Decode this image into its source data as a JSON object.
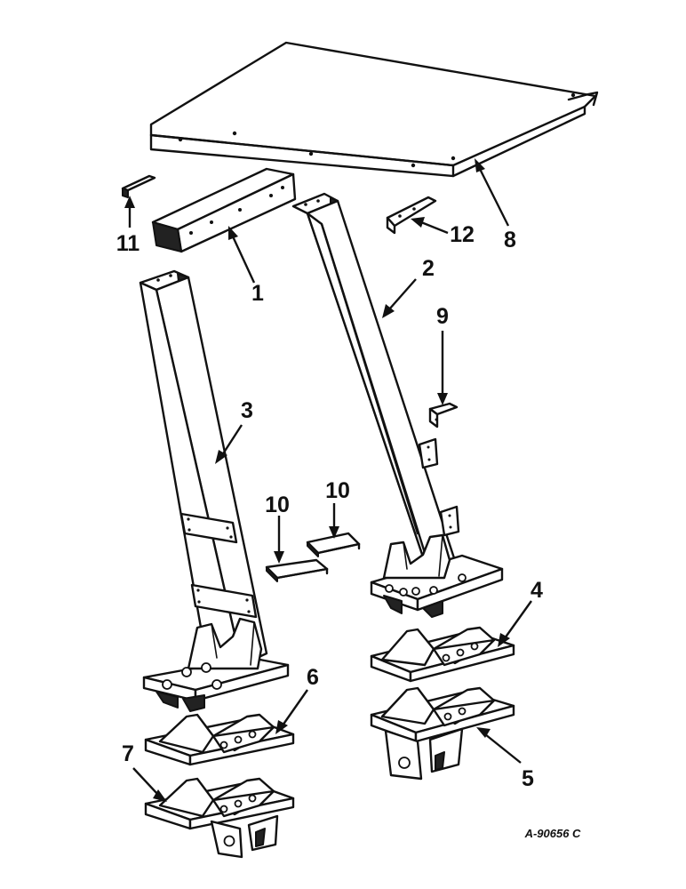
{
  "figure": {
    "callouts": {
      "c1": "1",
      "c2": "2",
      "c3": "3",
      "c4": "4",
      "c5": "5",
      "c6": "6",
      "c7": "7",
      "c8": "8",
      "c9": "9",
      "c10a": "10",
      "c10b": "10",
      "c11": "11",
      "c12": "12"
    },
    "drawing_code": "A-90656 C"
  }
}
